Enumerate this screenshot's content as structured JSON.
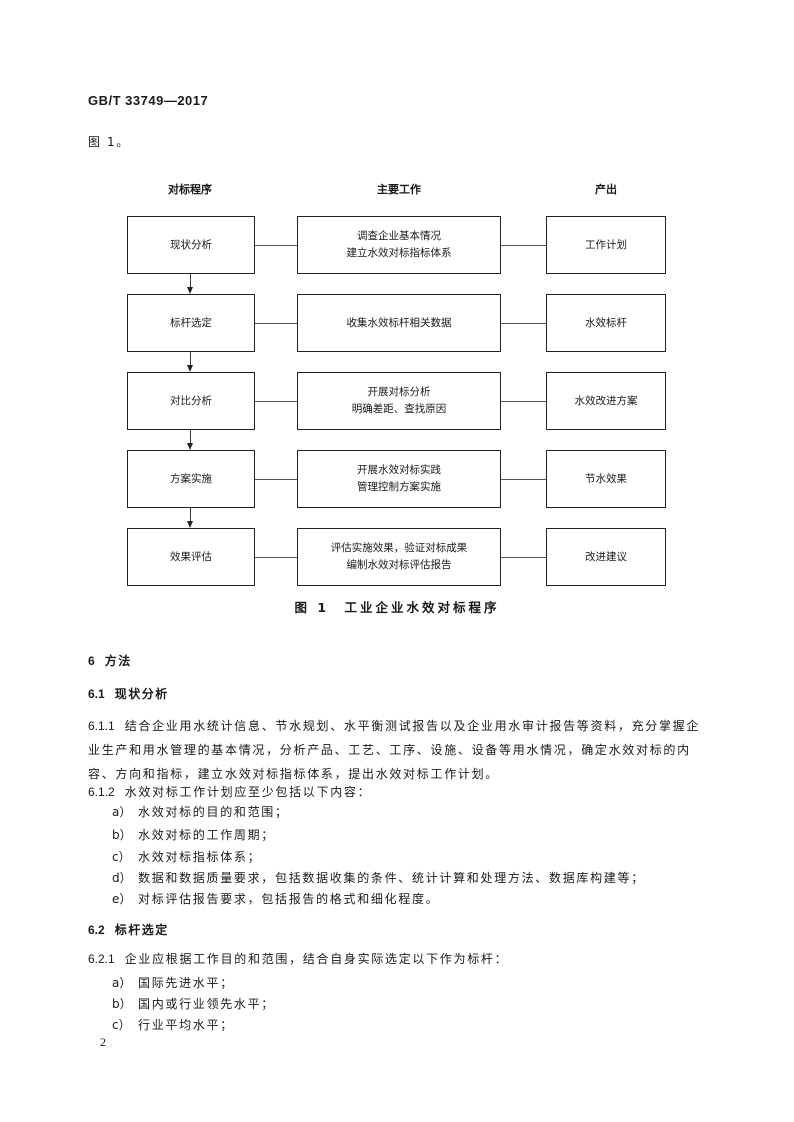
{
  "header": {
    "standard": "GB/T 33749—2017"
  },
  "intro": "图 1。",
  "figure": {
    "columns": [
      "对标程序",
      "主要工作",
      "产出"
    ],
    "rows": [
      {
        "step": "现状分析",
        "work": [
          "调查企业基本情况",
          "建立水效对标指标体系"
        ],
        "output": "工作计划"
      },
      {
        "step": "标杆选定",
        "work": [
          "收集水效标杆相关数据"
        ],
        "output": "水效标杆"
      },
      {
        "step": "对比分析",
        "work": [
          "开展对标分析",
          "明确差距、查找原因"
        ],
        "output": "水效改进方案"
      },
      {
        "step": "方案实施",
        "work": [
          "开展水效对标实践",
          "管理控制方案实施"
        ],
        "output": "节水效果"
      },
      {
        "step": "效果评估",
        "work": [
          "评估实施效果，验证对标成果",
          "编制水效对标评估报告"
        ],
        "output": "改进建议"
      }
    ],
    "caption": "图 1　工业企业水效对标程序"
  },
  "section6": {
    "num": "6",
    "title": "方法"
  },
  "s61": {
    "num": "6.1",
    "title": "现状分析"
  },
  "p611": {
    "num": "6.1.1",
    "text": "结合企业用水统计信息、节水规划、水平衡测试报告以及企业用水审计报告等资料，充分掌握企业生产和用水管理的基本情况，分析产品、工艺、工序、设施、设备等用水情况，确定水效对标的内容、方向和指标，建立水效对标指标体系，提出水效对标工作计划。"
  },
  "p612": {
    "num": "6.1.2",
    "text": "水效对标工作计划应至少包括以下内容：",
    "items": [
      {
        "k": "a）",
        "t": "水效对标的目的和范围；"
      },
      {
        "k": "b）",
        "t": "水效对标的工作周期；"
      },
      {
        "k": "c）",
        "t": "水效对标指标体系；"
      },
      {
        "k": "d）",
        "t": "数据和数据质量要求，包括数据收集的条件、统计计算和处理方法、数据库构建等；"
      },
      {
        "k": "e）",
        "t": "对标评估报告要求，包括报告的格式和细化程度。"
      }
    ]
  },
  "s62": {
    "num": "6.2",
    "title": "标杆选定"
  },
  "p621": {
    "num": "6.2.1",
    "text": "企业应根据工作目的和范围，结合自身实际选定以下作为标杆：",
    "items": [
      {
        "k": "a）",
        "t": "国际先进水平；"
      },
      {
        "k": "b）",
        "t": "国内或行业领先水平；"
      },
      {
        "k": "c）",
        "t": "行业平均水平；"
      }
    ]
  },
  "page_number": "2"
}
